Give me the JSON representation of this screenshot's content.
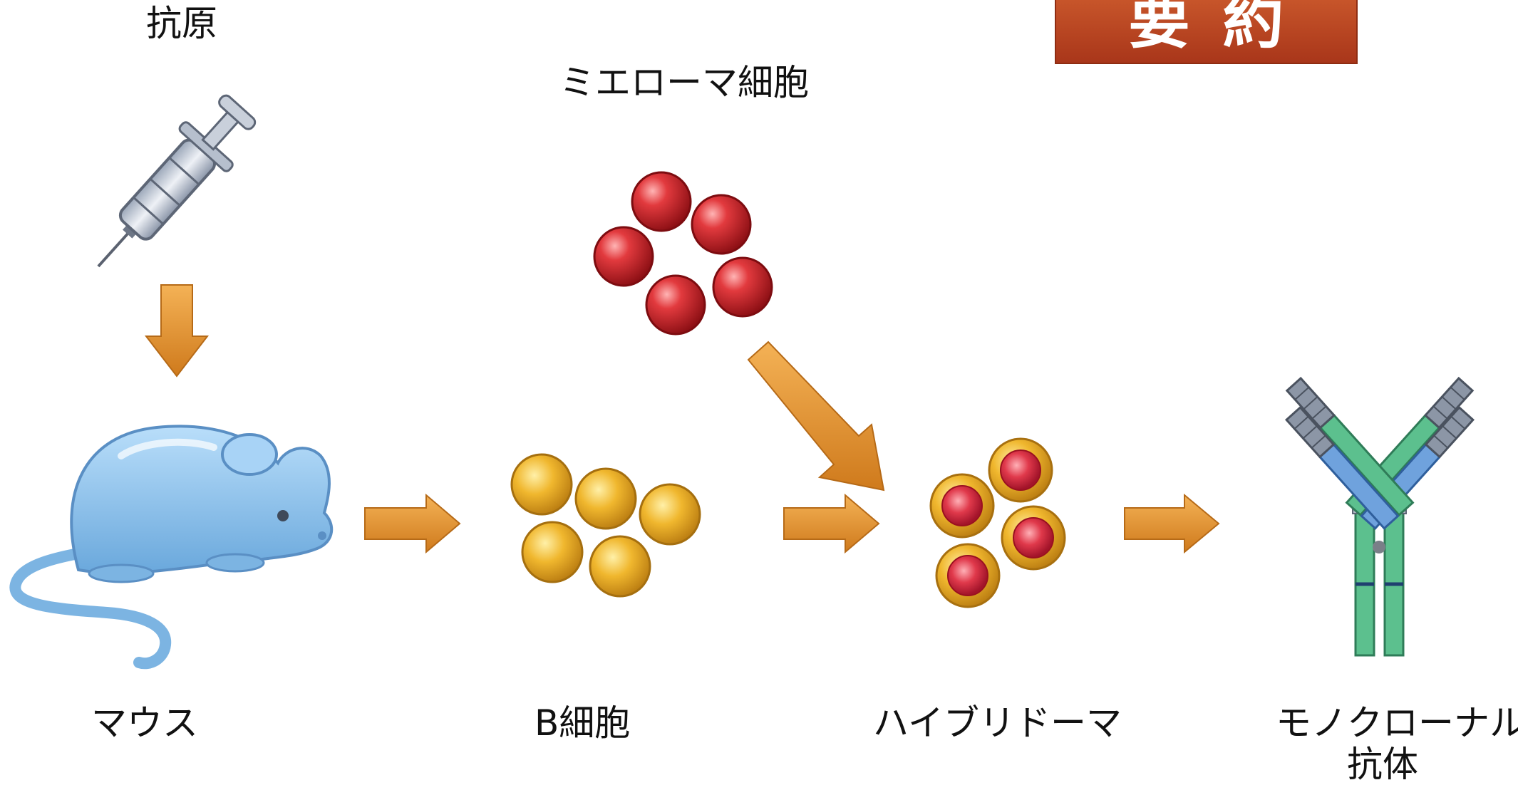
{
  "labels": {
    "antigen": "抗原",
    "myeloma": "ミエローマ細胞",
    "mouse": "マウス",
    "bcell": "B細胞",
    "hybridoma": "ハイブリドーマ",
    "antibody_line1": "モノクローナル",
    "antibody_line2": "抗体"
  },
  "banner": {
    "text": "要約"
  },
  "colors": {
    "arrow": "#e0902c",
    "myeloma_cell": "#d2282e",
    "b_cell": "#e8b42a",
    "hybridoma_rim": "#e8a52a",
    "hybridoma_core": "#d83040",
    "mouse": "#8fc3ec",
    "antibody_green": "#5cc08e",
    "antibody_blue": "#6fa2dd",
    "antibody_gray": "#8c96a6",
    "banner_bg": "#b8421f"
  },
  "icons": [
    "syringe-icon",
    "mouse-icon",
    "myeloma-cell-icon",
    "b-cell-icon",
    "hybridoma-cell-icon",
    "antibody-icon",
    "arrow-icon"
  ]
}
